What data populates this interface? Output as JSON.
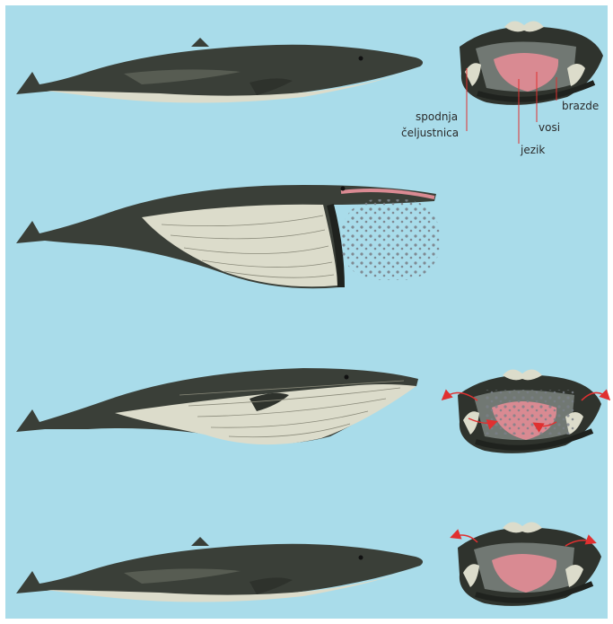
{
  "colors": {
    "background": "#a9dcea",
    "frame": "#ffffff",
    "whale_dark": "#3a3f38",
    "whale_mid": "#575c52",
    "whale_belly": "#dcdccb",
    "grooves": "#8a8a7a",
    "tongue": "#d98a92",
    "baleen": "#7c8580",
    "label_line": "#e03030",
    "arrow": "#e03030",
    "krill": "#7a8088"
  },
  "icons": [
    "fin-whale-illustration",
    "whale-head-cross-section",
    "krill-cloud",
    "water-flow-arrow"
  ],
  "labels": {
    "lower_jaw_line1": "spodnja",
    "lower_jaw_line2": "čeljustnica",
    "tongue": "jezik",
    "baleen": "vosi",
    "grooves": "brazde"
  }
}
